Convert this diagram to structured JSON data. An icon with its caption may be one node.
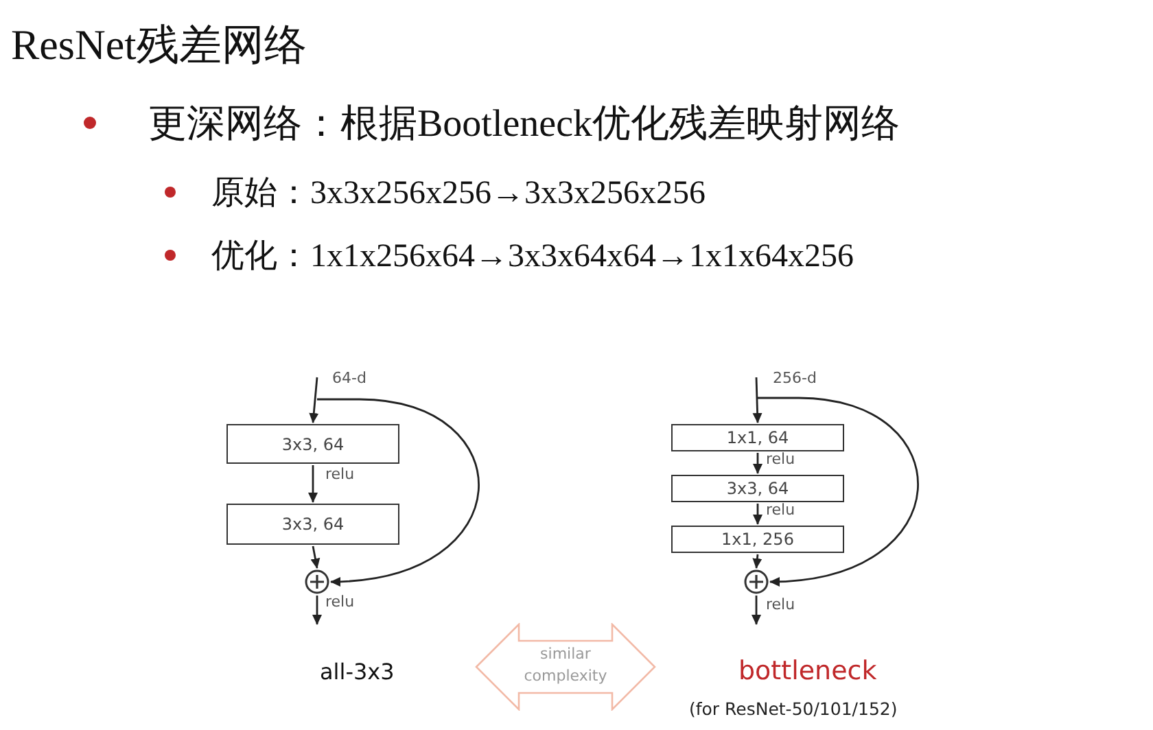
{
  "diagram": {
    "title": "ResNet残差网络",
    "nodes": [
      {
        "text": [
          "3x3, 64"
        ]
      },
      {
        "text": [
          "3x3, 64"
        ]
      },
      {
        "text": [],
        "shape": "circle"
      },
      {
        "text": [
          "1x1, 64"
        ]
      },
      {
        "text": [
          "3x3, 64"
        ]
      },
      {
        "text": [
          "1x1, 256"
        ]
      },
      {
        "text": [],
        "shape": "circle"
      },
      {
        "text": [
          "similar complexity"
        ]
      }
    ],
    "edges": [
      {
        "from": null,
        "to": 0,
        "arrow": "to",
        "label": "64-d"
      },
      {
        "from": 0,
        "to": 1,
        "arrow": "to",
        "label": "relu"
      },
      {
        "from": 1,
        "to": 2,
        "arrow": "to"
      },
      {
        "from": null,
        "to": 2,
        "arrow": "to"
      },
      {
        "from": 2,
        "to": null,
        "arrow": "to",
        "label": "relu"
      },
      {
        "from": null,
        "to": 3,
        "arrow": "to",
        "label": "256-d"
      },
      {
        "from": 3,
        "to": 4,
        "arrow": "to",
        "label": "relu"
      },
      {
        "from": 4,
        "to": 5,
        "arrow": "to",
        "label": "relu"
      },
      {
        "from": 5,
        "to": 6,
        "arrow": "to"
      },
      {
        "from": null,
        "to": 6,
        "arrow": "to"
      },
      {
        "from": 6,
        "to": null,
        "arrow": "to",
        "label": "relu"
      }
    ],
    "labels": [
      "更深网络：根据Bootleneck优化残差映射网络",
      "原始：3x3x256x256→3x3x256x256",
      "优化：1x1x256x64→3x3x64x64→1x1x64x256",
      "all-3x3",
      "bottleneck",
      "(for ResNet-50/101/152)"
    ]
  }
}
